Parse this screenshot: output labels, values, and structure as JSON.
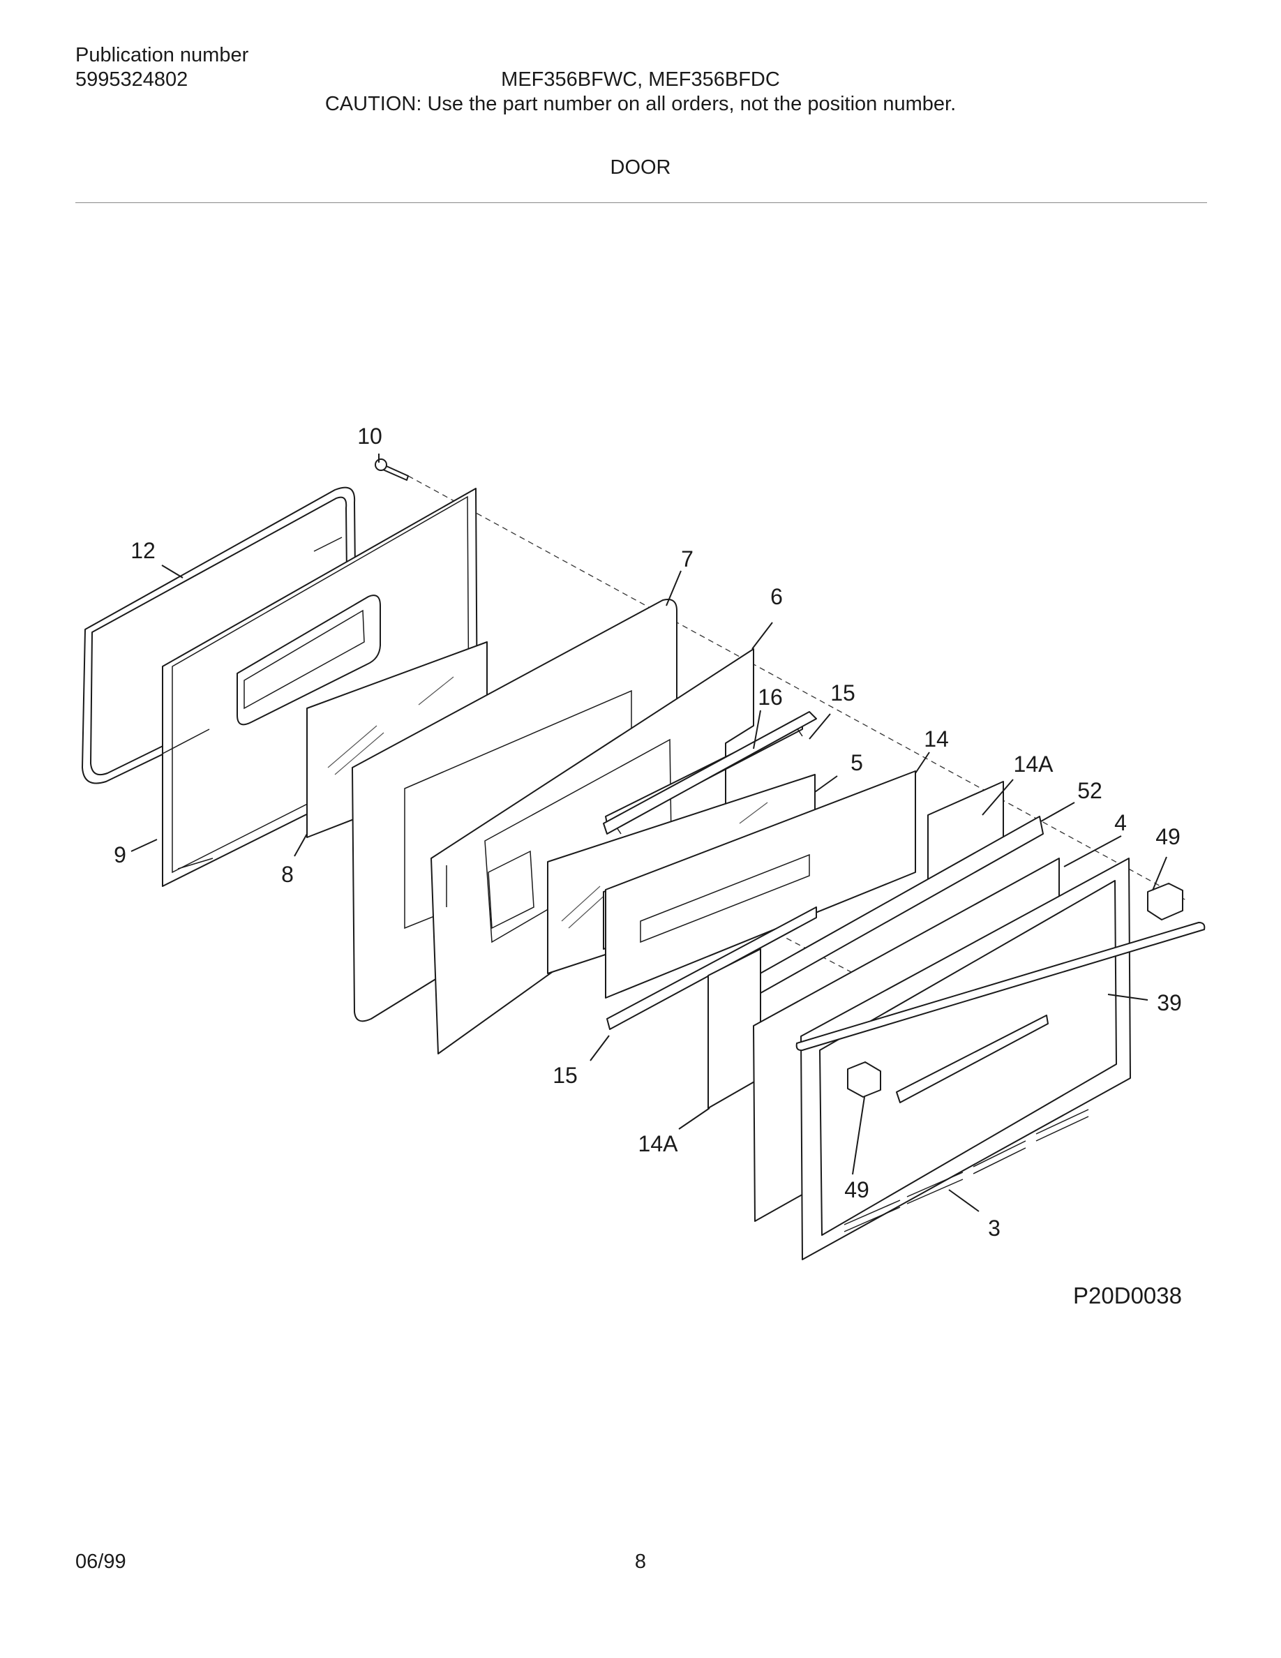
{
  "header": {
    "publication_label": "Publication number",
    "publication_number": "5995324802",
    "models": "MEF356BFWC, MEF356BFDC",
    "caution": "CAUTION:  Use the part number on all orders, not the position number.",
    "section_title": "DOOR"
  },
  "diagram": {
    "code": "P20D0038",
    "callouts": [
      "10",
      "12",
      "9",
      "8",
      "7",
      "6",
      "16",
      "15",
      "5",
      "14",
      "14A",
      "52",
      "4",
      "49",
      "39",
      "15",
      "14A",
      "49",
      "3"
    ]
  },
  "footer": {
    "date": "06/99",
    "page_number": "8"
  }
}
